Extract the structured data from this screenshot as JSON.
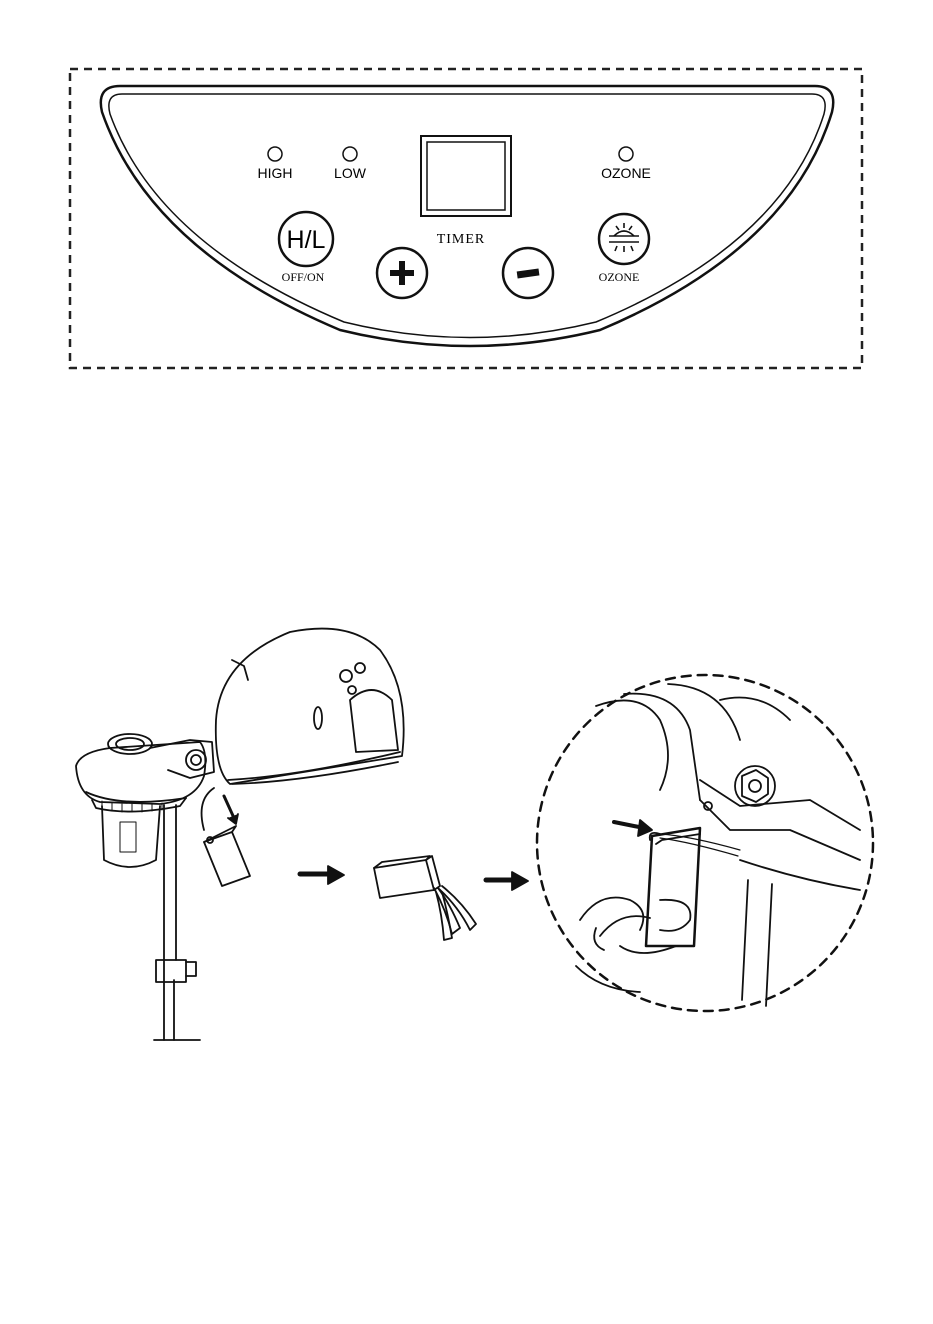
{
  "control_panel": {
    "indicators": {
      "high": "HIGH",
      "low": "LOW",
      "ozone": "OZONE"
    },
    "timer_label": "TIMER",
    "buttons": {
      "power_mode": {
        "text": "H/L",
        "caption": "OFF/ON"
      },
      "plus": {
        "glyph": "+"
      },
      "minus": {
        "glyph": "−"
      },
      "ozone": {
        "caption": "OZONE",
        "icon": "ozone-lamp-icon"
      }
    }
  },
  "illustration": {
    "steps": [
      "steamer-detach-cartridge",
      "cartridge-with-tabs",
      "insert-cartridge-closeup"
    ],
    "arrow_icon": "arrow-right-icon"
  }
}
